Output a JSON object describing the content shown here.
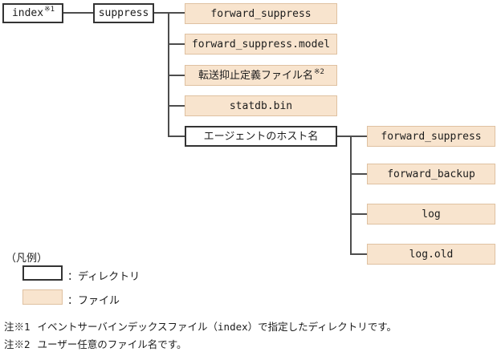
{
  "diagram": {
    "root": {
      "label": "index",
      "sup": "※1"
    },
    "level2": {
      "label": "suppress"
    },
    "suppress_children": [
      {
        "label": "forward_suppress",
        "type": "file"
      },
      {
        "label": "forward_suppress.model",
        "type": "file"
      },
      {
        "label": "転送抑止定義ファイル名",
        "sup": "※2",
        "type": "file"
      },
      {
        "label": "statdb.bin",
        "type": "file"
      },
      {
        "label": "エージェントのホスト名",
        "type": "directory"
      }
    ],
    "host_children": [
      {
        "label": "forward_suppress",
        "type": "file"
      },
      {
        "label": "forward_backup",
        "type": "file"
      },
      {
        "label": "log",
        "type": "file"
      },
      {
        "label": "log.old",
        "type": "file"
      }
    ]
  },
  "legend": {
    "title": "（凡例）",
    "directory_label": "：ディレクトリ",
    "file_label": "：ファイル"
  },
  "notes": [
    {
      "prefix": "注※1",
      "text": "イベントサーバインデックスファイル（index）で指定したディレクトリです。"
    },
    {
      "prefix": "注※2",
      "text": "ユーザー任意のファイル名です。"
    }
  ],
  "colors": {
    "file_fill": "#f8e4ce",
    "file_border": "#dfc1a1",
    "directory_border": "#333333",
    "connector_line": "#4d4d4d"
  }
}
